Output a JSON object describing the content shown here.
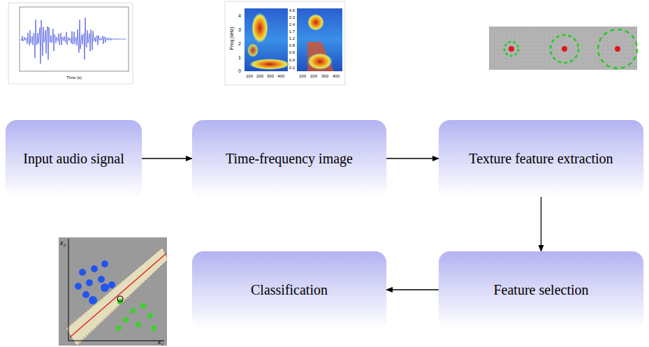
{
  "diagram": {
    "nodes": [
      {
        "text": [
          "Input audio signal"
        ]
      },
      {
        "text": [
          "Time-frequency image"
        ]
      },
      {
        "text": [
          "Texture feature extraction"
        ]
      },
      {
        "text": [
          "Feature selection"
        ]
      },
      {
        "text": [
          "Classification"
        ]
      }
    ],
    "edges": [
      {
        "from": 0,
        "to": 1,
        "arrow": "to"
      },
      {
        "from": 1,
        "to": 2,
        "arrow": "to"
      },
      {
        "from": 2,
        "to": 3,
        "arrow": "to"
      },
      {
        "from": 3,
        "to": 4,
        "arrow": "to"
      }
    ],
    "labels": [
      "Time (s)",
      "Freq (kHz)",
      "4",
      "3",
      "2",
      "1",
      "0",
      "100",
      "200",
      "300",
      "400",
      "4.5",
      "3.3",
      "2.4",
      "1.7",
      "1.2",
      "0.8",
      "0.6",
      "0.4",
      "0.2",
      "100",
      "200",
      "300",
      "400",
      "x₂",
      "x₁"
    ]
  }
}
